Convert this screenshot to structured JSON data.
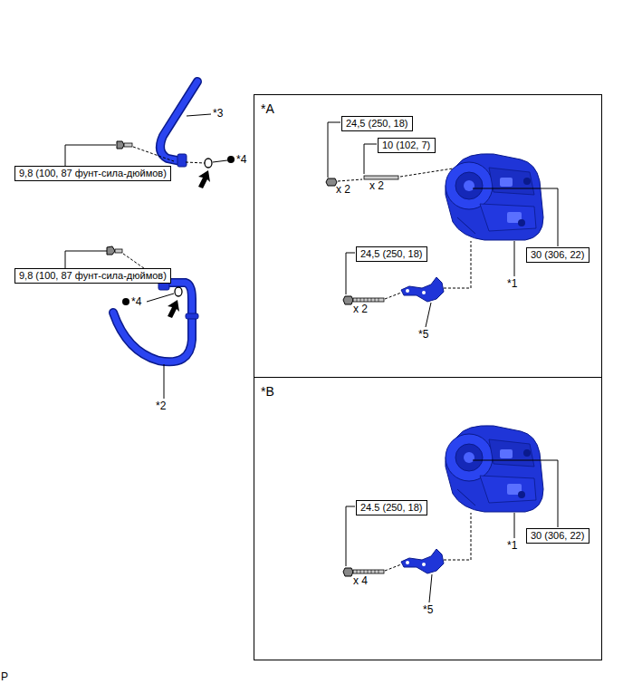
{
  "diagram": {
    "nodes": [
      {
        "text": [
          "9,8 (100, 87 фунт-сила-дюймов)"
        ]
      },
      {
        "text": [
          "9,8 (100, 87 фунт-сила-дюймов)"
        ]
      },
      {
        "text": [
          "*A"
        ]
      },
      {
        "text": [
          "24,5 (250, 18)"
        ],
        "in": 2
      },
      {
        "text": [
          "10 (102, 7)"
        ],
        "in": 2
      },
      {
        "text": [
          "30 (306, 22)"
        ],
        "in": 2
      },
      {
        "text": [
          "24,5 (250, 18)"
        ],
        "in": 2
      },
      {
        "text": [
          "*B"
        ]
      },
      {
        "text": [
          "24.5 (250, 18)"
        ],
        "in": 7
      },
      {
        "text": [
          "30 (306, 22)"
        ],
        "in": 7
      }
    ],
    "labels": [
      "*3",
      "*4",
      "*2",
      "*4",
      "x 2",
      "x 2",
      "x 2",
      "*1",
      "*5",
      "*1",
      "x 4",
      "*5",
      "P"
    ]
  }
}
